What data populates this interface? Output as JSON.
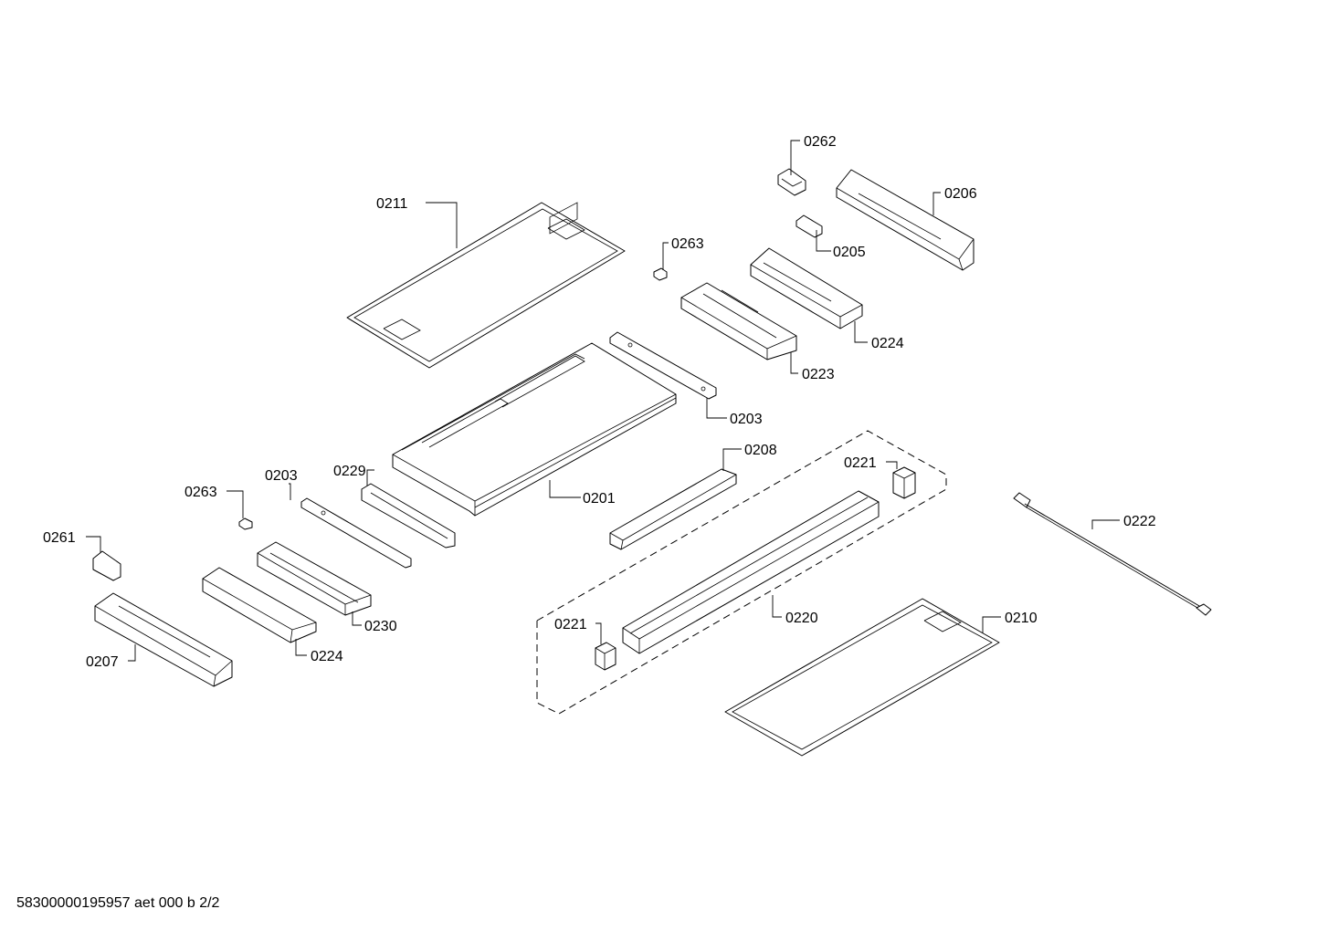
{
  "labels": {
    "l0262": "0262",
    "l0206": "0206",
    "l0211": "0211",
    "l0263a": "0263",
    "l0205": "0205",
    "l0224a": "0224",
    "l0223": "0223",
    "l0203a": "0203",
    "l0208": "0208",
    "l0221a": "0221",
    "l0229": "0229",
    "l0203b": "0203",
    "l0201": "0201",
    "l0263b": "0263",
    "l0222": "0222",
    "l0261": "0261",
    "l0230": "0230",
    "l0220": "0220",
    "l0221b": "0221",
    "l0210": "0210",
    "l0224b": "0224",
    "l0207": "0207"
  },
  "footer": "58300000195957 aet 000 b 2/2"
}
